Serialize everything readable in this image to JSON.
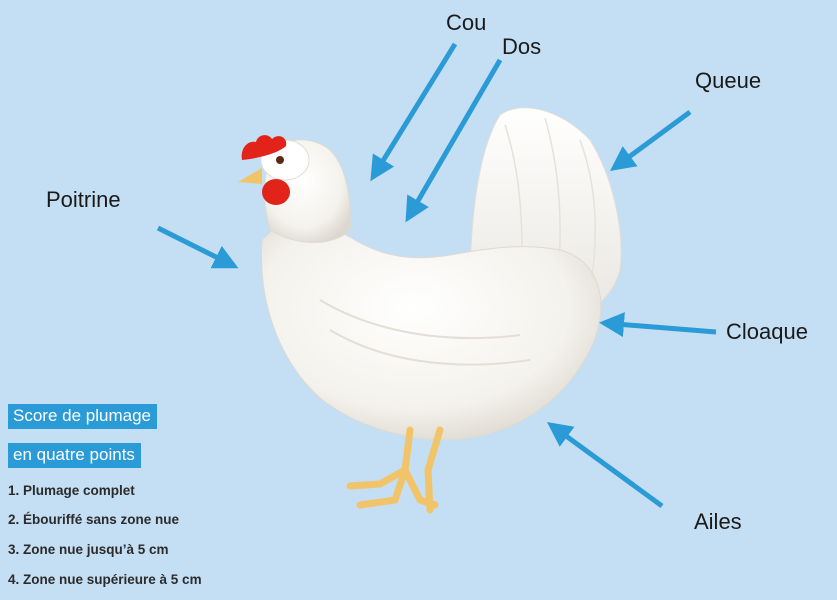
{
  "labels": {
    "cou": "Cou",
    "dos": "Dos",
    "queue": "Queue",
    "poitrine": "Poitrine",
    "cloaque": "Cloaque",
    "ailes": "Ailes"
  },
  "legend": {
    "title_line1": "Score de plumage",
    "title_line2": "en quatre points",
    "items": [
      "1. Plumage complet",
      "2. Ébouriffé sans zone nue",
      "3. Zone nue jusqu’à 5 cm",
      "4. Zone nue supérieure à 5 cm"
    ]
  },
  "colors": {
    "background": "#c4def3",
    "arrow": "#2a9bd6",
    "legend_bg": "#2a9bd6",
    "hen_body": "#f7f5f0",
    "comb": "#e2231a",
    "feet": "#f2c46a"
  },
  "icons": {
    "subject": "white-hen-illustration"
  }
}
